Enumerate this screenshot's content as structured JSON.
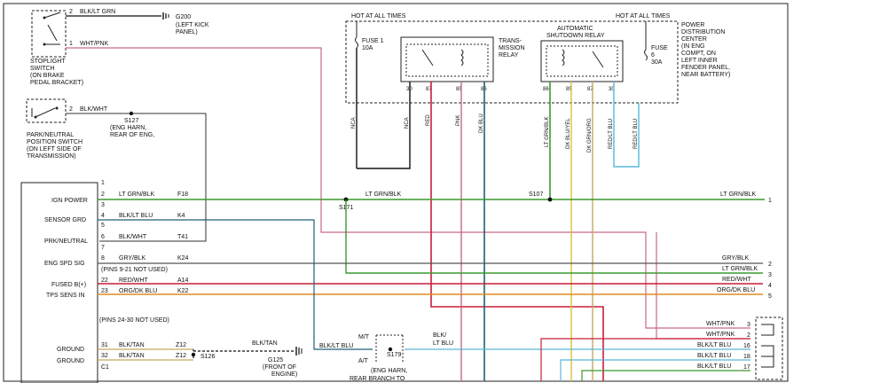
{
  "colors": {
    "green": "#3a9a2e",
    "dark_blue": "#1f5f7a",
    "red": "#c81e3a",
    "dark_red": "#8e1830",
    "pink": "#c66a8a",
    "gray": "#777777",
    "orange": "#e08a20",
    "tan": "#c8a860",
    "light_blue": "#58b8d8",
    "black": "#111111"
  },
  "top_left": {
    "stoplight_pin2": "2",
    "stoplight_wire2": "BLK/LT GRN",
    "g200_id": "G200",
    "g200_loc1": "(LEFT KICK",
    "g200_loc2": "PANEL)",
    "stoplight_pin1": "1",
    "stoplight_wire1": "WHT/PNK",
    "stoplight_label": [
      "STOPLIGHT",
      "SWITCH",
      "(ON BRAKE",
      "PEDAL BRACKET)"
    ],
    "park_pin": "2",
    "park_wire": "BLK/WHT",
    "s127": [
      "S127",
      "(ENG HARN,",
      "REAR OF ENG,"
    ],
    "park_label": [
      "PARK/NEUTRAL",
      "POSITION SWITCH",
      "(ON LEFT SIDE OF",
      "TRANSMISSION)"
    ]
  },
  "pdc": {
    "hot_left": "HOT AT ALL TIMES",
    "hot_right": "HOT AT ALL TIMES",
    "fuse1": [
      "FUSE 1",
      "10A"
    ],
    "fuse6": [
      "FUSE",
      "6",
      "30A"
    ],
    "trans_relay": [
      "TRANS-",
      "MISSION",
      "RELAY"
    ],
    "asd_relay": [
      "AUTOMATIC",
      "SHUTDOWN RELAY"
    ],
    "trans_pins": [
      "30",
      "87",
      "85",
      "86"
    ],
    "asd_pins": [
      "86",
      "85",
      "87",
      "30"
    ],
    "label": [
      "POWER",
      "DISTRIBUTION",
      "CENTER",
      "(IN ENG",
      "COMPT, ON",
      "LEFT INNER",
      "FENDER PANEL,",
      "NEAR BATTERY)"
    ],
    "vertical_wires": [
      "NCA",
      "NCA",
      "RED",
      "PNK",
      "DK BLU",
      "LT GRN/BLK",
      "DK BLU/YEL",
      "DK GRN/ORG",
      "RED/LT BLU",
      "RED/LT BLU"
    ]
  },
  "pcm": {
    "functions": [
      "IGN POWER",
      "SENSOR GRD",
      "PRK/NEUTRAL",
      "ENG SPD SIG",
      "FUSED B(+)",
      "TPS SENS IN",
      "GROUND",
      "GROUND"
    ],
    "pins": [
      "1",
      "2",
      "3",
      "4",
      "5",
      "6",
      "7",
      "8",
      "22",
      "23",
      "31",
      "32",
      "C1"
    ],
    "wires": [
      "LT GRN/BLK",
      "BLK/LT BLU",
      "BLK/WHT",
      "GRY/BLK",
      "RED/WHT",
      "ORG/DK BLU",
      "BLK/TAN",
      "BLK/TAN"
    ],
    "circuits": [
      "F18",
      "K4",
      "T41",
      "K24",
      "A14",
      "K22",
      "Z12",
      "Z12"
    ],
    "note1": "(PINS 9-21 NOT USED)",
    "note2": "(PINS 24-30 NOT USED)"
  },
  "bus": {
    "s171": "S171",
    "s107": "S107",
    "main_wire_left": "LT GRN/BLK",
    "main_wire_right": "LT GRN/BLK",
    "right_wires": [
      "LT GRN/BLK",
      "GRY/BLK",
      "LT GRN/BLK",
      "RED/WHT",
      "ORG/DK BLU"
    ],
    "right_nums": [
      "1",
      "2",
      "3",
      "4",
      "5"
    ]
  },
  "ground": {
    "s126": "S126",
    "wire": "BLK/TAN",
    "g125": [
      "G125",
      "(FRONT OF",
      "ENGINE)"
    ]
  },
  "s179": {
    "wire_left": "BLK/LT BLU",
    "mt": "M/T",
    "at": "A/T",
    "id": "S179",
    "wire_right": [
      "BLK/",
      "LT BLU"
    ],
    "loc": [
      "(ENG HARN,",
      "REAR BRANCH TO"
    ]
  },
  "bottom_right": {
    "wires": [
      "WHT/PNK",
      "WHT/PNK",
      "BLK/LT BLU",
      "BLK/LT BLU",
      "BLK/LT BLU"
    ],
    "pins": [
      "3",
      "2",
      "16",
      "18",
      "17"
    ]
  }
}
